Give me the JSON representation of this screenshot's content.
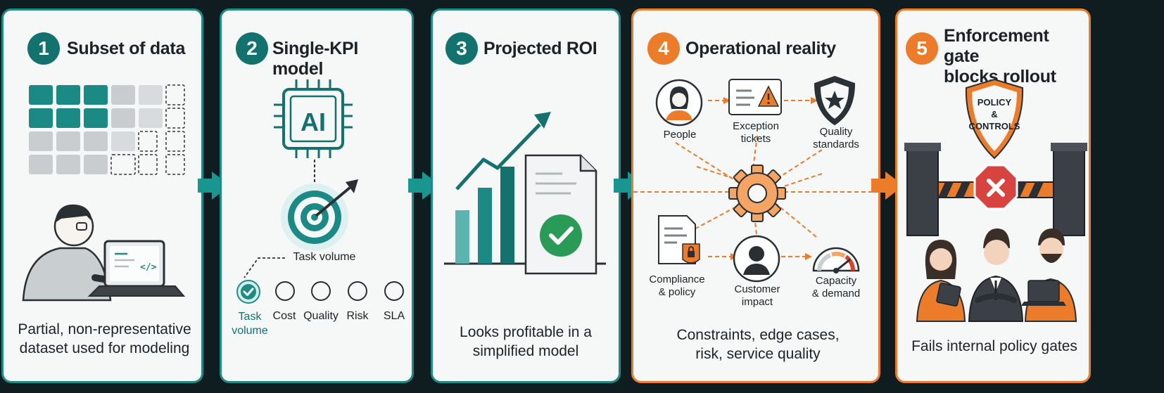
{
  "steps": [
    {
      "number": "1",
      "title": "Subset of data",
      "caption_line1": "Partial, non-representative",
      "caption_line2": "dataset used for modeling"
    },
    {
      "number": "2",
      "title": "Single-KPI model",
      "chip_label": "AI",
      "target_label": "Task volume",
      "kpis": [
        {
          "label_line1": "Task",
          "label_line2": "volume",
          "selected": true
        },
        {
          "label_line1": "Cost",
          "label_line2": "",
          "selected": false
        },
        {
          "label_line1": "Quality",
          "label_line2": "",
          "selected": false
        },
        {
          "label_line1": "Risk",
          "label_line2": "",
          "selected": false
        },
        {
          "label_line1": "SLA",
          "label_line2": "",
          "selected": false
        }
      ]
    },
    {
      "number": "3",
      "title": "Projected ROI",
      "caption_line1": "Looks profitable in a",
      "caption_line2": "simplified model"
    },
    {
      "number": "4",
      "title": "Operational reality",
      "nodes": {
        "people": "People",
        "exception_line1": "Exception",
        "exception_line2": "tickets",
        "quality_line1": "Quality",
        "quality_line2": "standards",
        "compliance_line1": "Compliance",
        "compliance_line2": "& policy",
        "customer_line1": "Customer",
        "customer_line2": "impact",
        "capacity_line1": "Capacity",
        "capacity_line2": "& demand"
      },
      "caption_line1": "Constraints, edge cases,",
      "caption_line2": "risk, service quality"
    },
    {
      "number": "5",
      "title_line1": "Enforcement gate",
      "title_line2": "blocks rollout",
      "shield_line1": "POLICY",
      "shield_line2": "&",
      "shield_line3": "CONTROLS",
      "caption_line1": "Fails internal policy gates"
    }
  ],
  "colors": {
    "teal": "#1d8c86",
    "dark_teal": "#13726e",
    "orange": "#ec7b2a",
    "background": "#0f1c20",
    "panel": "#f6f7f7"
  }
}
